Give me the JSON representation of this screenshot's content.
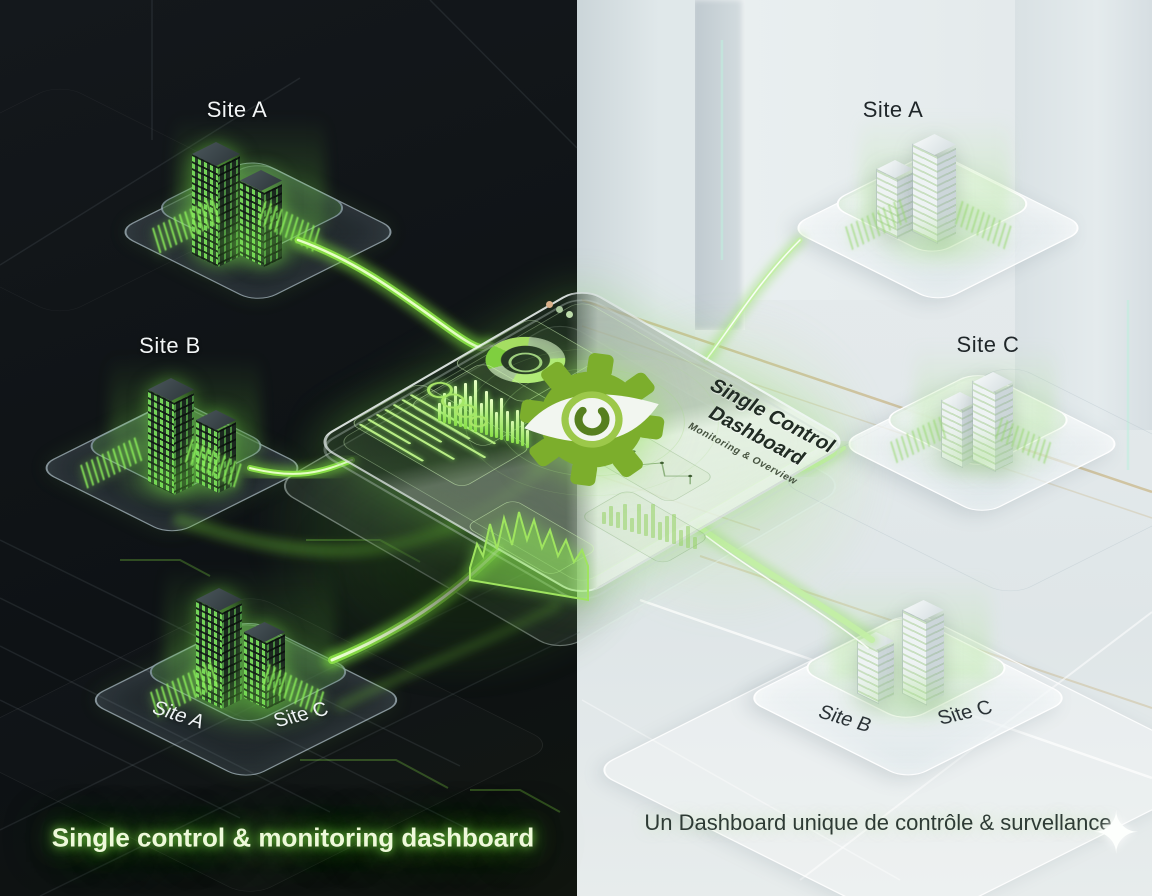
{
  "left_scene": {
    "caption": "Single control & monitoring dashboard",
    "site_a": "Site A",
    "site_b": "Site B",
    "bottom_site_a": "Site A",
    "bottom_site_c": "Site C"
  },
  "right_scene": {
    "caption": "Un Dashboard unique de contrôle & survellance",
    "site_a": "Site A",
    "site_c": "Site C",
    "bottom_site_b": "Site B",
    "bottom_site_c": "Site C",
    "sparkle": "✦"
  },
  "dashboard": {
    "title_line1": "Single Control",
    "title_line2": "Dashboard",
    "subtitle": "Monitoring & Overview",
    "bar_heights": [
      18,
      30,
      22,
      40,
      28,
      46,
      34,
      52,
      30,
      44,
      38,
      26,
      42,
      30,
      22,
      34,
      26,
      18
    ],
    "spark_heights": [
      12,
      20,
      16,
      26,
      14,
      30,
      22,
      34,
      18,
      26,
      30,
      16,
      22,
      12
    ],
    "list_line_widths": [
      120,
      96,
      130,
      80,
      110,
      60,
      90
    ]
  },
  "colors": {
    "glow_green": "#8ADF47",
    "pale_green": "#CDEEB0",
    "gear_green": "#7CAE2C",
    "gold_line": "#CDBD95"
  }
}
